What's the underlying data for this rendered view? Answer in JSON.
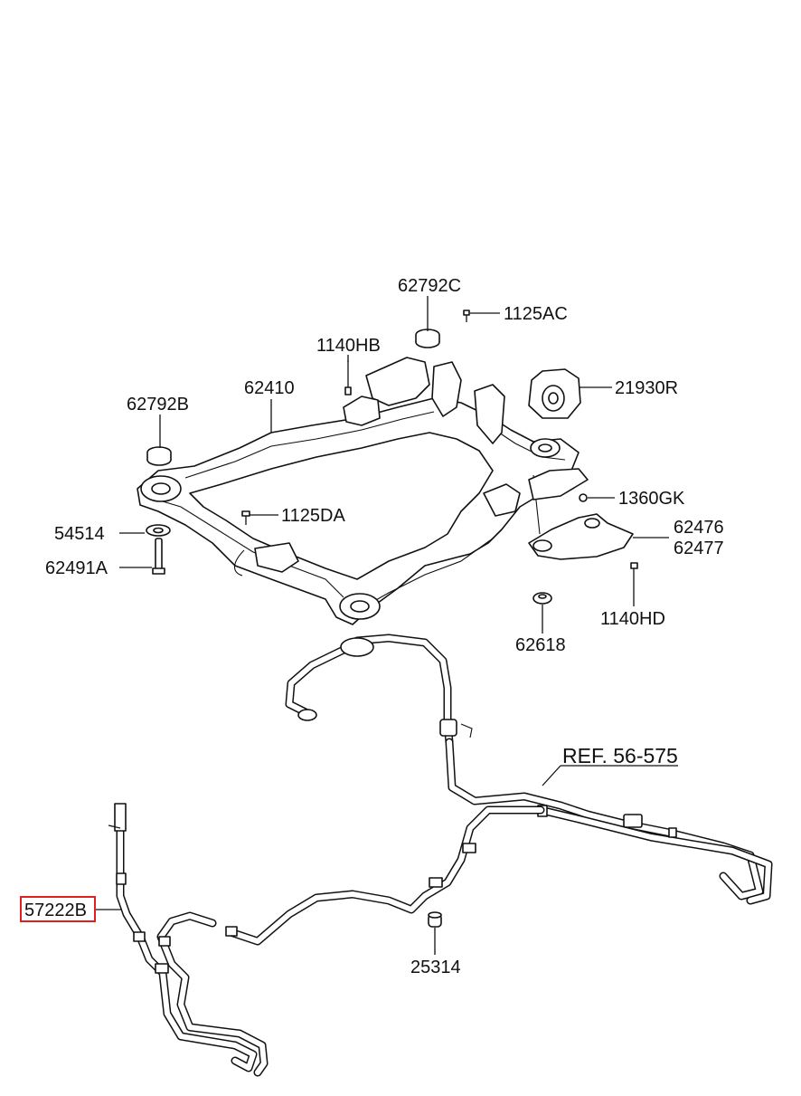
{
  "labels": {
    "p62792C": "62792C",
    "p1125AC": "1125AC",
    "p1140HB": "1140HB",
    "p21930R": "21930R",
    "p62410": "62410",
    "p62792B": "62792B",
    "p1360GK": "1360GK",
    "p1125DA": "1125DA",
    "p62476": "62476",
    "p62477": "62477",
    "p54514": "54514",
    "p62491A": "62491A",
    "p1140HD": "1140HD",
    "p62618": "62618",
    "ref": "REF. 56-575",
    "p57222B": "57222B",
    "p25314": "25314"
  },
  "highlight_color": "#e02020"
}
